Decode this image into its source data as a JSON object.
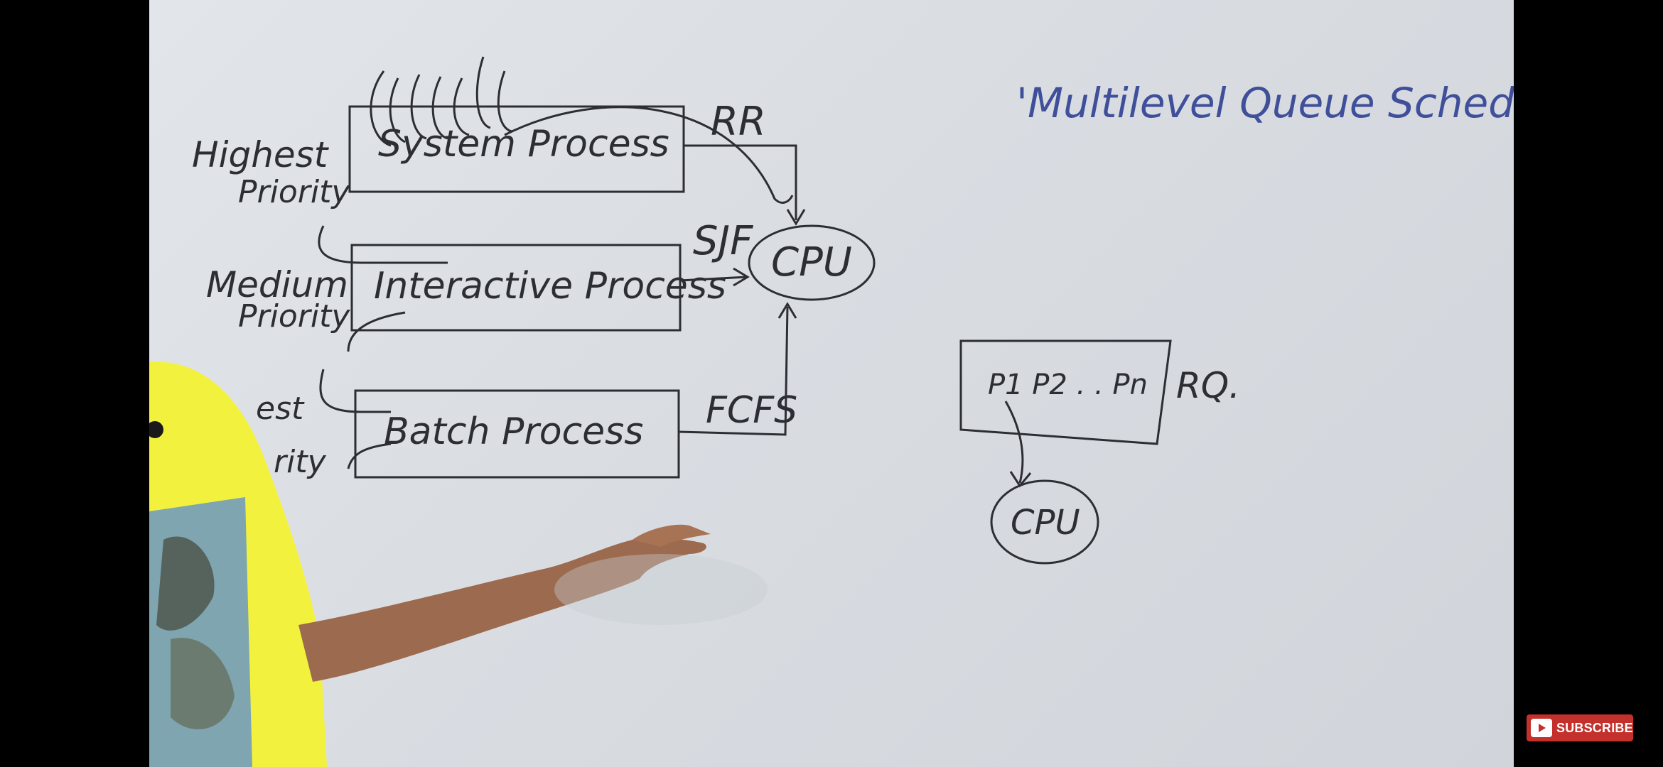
{
  "board": {
    "title": "'Multilevel Queue Scheduling'",
    "queues": [
      {
        "priority_line1": "Highest",
        "priority_line2": "Priority",
        "name": "System Process",
        "algorithm": "RR"
      },
      {
        "priority_line1": "Medium",
        "priority_line2": "Priority",
        "name": "Interactive Process",
        "algorithm": "SJF"
      },
      {
        "priority_line1": "est",
        "priority_line2": "rity",
        "name": "Batch Process",
        "algorithm": "FCFS"
      }
    ],
    "cpu_label": "CPU",
    "ready_queue": {
      "processes": "P1  P2 . . Pn",
      "label": "RQ.",
      "cpu_label": "CPU"
    }
  },
  "subscribe": {
    "label": "SUBSCRIBE"
  },
  "colors": {
    "ink": "#2c2e33",
    "title_ink": "#3f4f9a",
    "whiteboard": "#dde1e5",
    "shirt": "#f2f23e",
    "skin": "#9c6a4e",
    "subscribe_red": "#c4302b"
  }
}
